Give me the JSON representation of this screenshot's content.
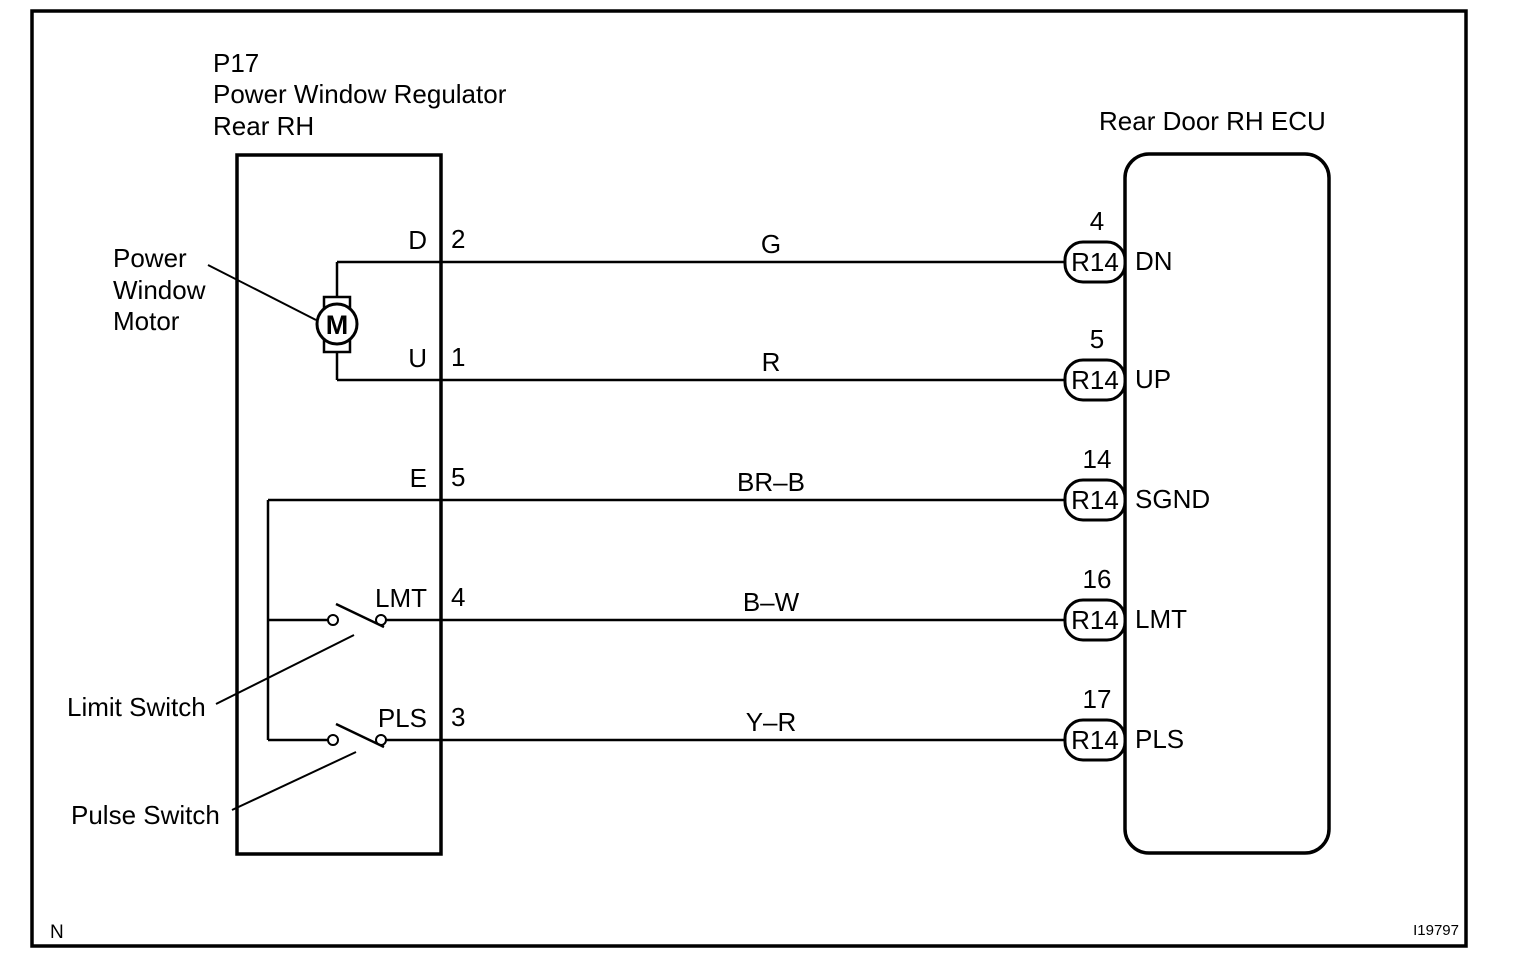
{
  "component": {
    "code": "P17",
    "name": "Power Window Regulator",
    "position": "Rear RH"
  },
  "ecu": {
    "name": "Rear Door RH ECU"
  },
  "parts": {
    "motor_symbol": "M",
    "motor_label_line1": "Power",
    "motor_label_line2": "Window",
    "motor_label_line3": "Motor",
    "limit_switch_label": "Limit Switch",
    "pulse_switch_label": "Pulse Switch"
  },
  "connections": [
    {
      "terminal": "D",
      "pin": "2",
      "wire_color": "G",
      "ecu_pin": "4",
      "connector": "R14",
      "ecu_terminal": "DN"
    },
    {
      "terminal": "U",
      "pin": "1",
      "wire_color": "R",
      "ecu_pin": "5",
      "connector": "R14",
      "ecu_terminal": "UP"
    },
    {
      "terminal": "E",
      "pin": "5",
      "wire_color": "BR–B",
      "ecu_pin": "14",
      "connector": "R14",
      "ecu_terminal": "SGND"
    },
    {
      "terminal": "LMT",
      "pin": "4",
      "wire_color": "B–W",
      "ecu_pin": "16",
      "connector": "R14",
      "ecu_terminal": "LMT"
    },
    {
      "terminal": "PLS",
      "pin": "3",
      "wire_color": "Y–R",
      "ecu_pin": "17",
      "connector": "R14",
      "ecu_terminal": "PLS"
    }
  ],
  "footer": {
    "left_mark": "N",
    "figure_id": "I19797"
  }
}
